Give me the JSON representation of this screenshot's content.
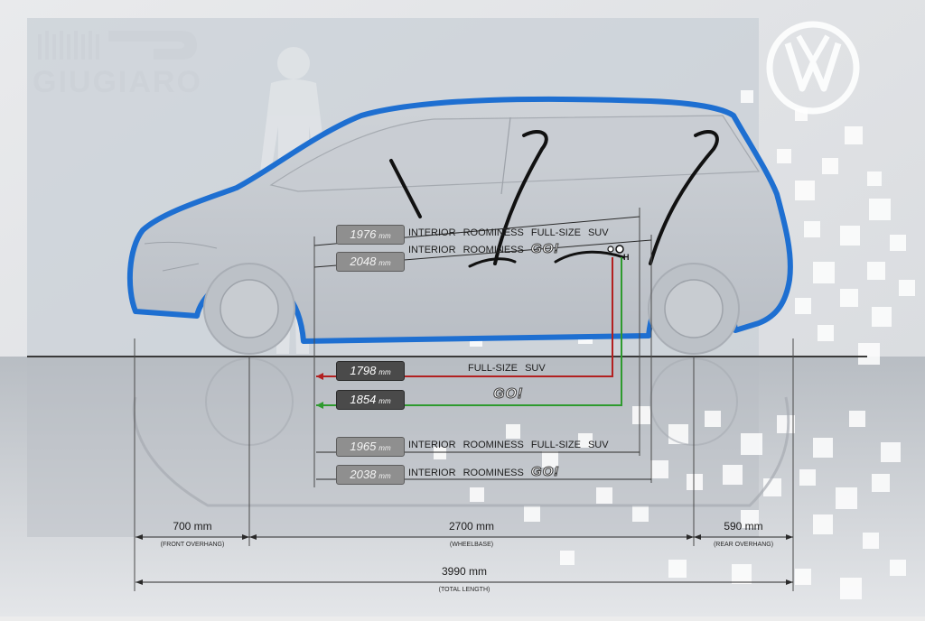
{
  "brand": {
    "designer": "GIUGIARO"
  },
  "annotations": {
    "interior_fullsize_upper": {
      "value": "1976",
      "unit": "mm",
      "label": "INTERIOR  ROOMINESS  FULL-SIZE  SUV"
    },
    "interior_go_upper": {
      "value": "2048",
      "unit": "mm",
      "label": "INTERIOR  ROOMINESS",
      "go": "GO!"
    },
    "fullsize_suv": {
      "value": "1798",
      "unit": "mm",
      "label": "FULL-SIZE  SUV"
    },
    "go": {
      "value": "1854",
      "unit": "mm",
      "go": "GO!"
    },
    "interior_fullsize_lower": {
      "value": "1965",
      "unit": "mm",
      "label": "INTERIOR  ROOMINESS  FULL-SIZE  SUV"
    },
    "interior_go_lower": {
      "value": "2038",
      "unit": "mm",
      "label": "INTERIOR  ROOMINESS",
      "go": "GO!"
    },
    "h_point": "H"
  },
  "dimensions": {
    "front_overhang": {
      "value": "700 mm",
      "label": "(FRONT OVERHANG)"
    },
    "wheelbase": {
      "value": "2700 mm",
      "label": "(WHEELBASE)"
    },
    "rear_overhang": {
      "value": "590 mm",
      "label": "(REAR OVERHANG)"
    },
    "total_length": {
      "value": "3990 mm",
      "label": "(TOTAL LENGTH)"
    }
  },
  "colors": {
    "outline": "#1e6fd1",
    "red_line": "#b22020",
    "green_line": "#2e9a2e",
    "panel": "#c6ccd3"
  },
  "icons": {
    "brand_logo": "vw-logo-icon",
    "person": "person-silhouette-icon"
  }
}
